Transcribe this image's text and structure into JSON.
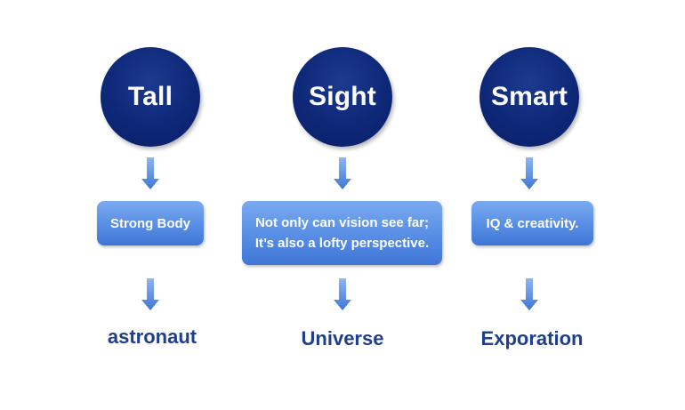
{
  "columns": [
    {
      "trait": "Tall",
      "description": [
        "Strong Body"
      ],
      "outcome": "astronaut"
    },
    {
      "trait": "Sight",
      "description": [
        "Not only can vision see far;",
        "It’s also a lofty perspective."
      ],
      "outcome": "Universe"
    },
    {
      "trait": "Smart",
      "description": [
        "IQ & creativity."
      ],
      "outcome": "Exporation"
    }
  ],
  "colors": {
    "circle": "#0e2878",
    "box": "#5a90e6",
    "arrow": "#4f86e0",
    "outcome_text": "#1f3f8c"
  }
}
